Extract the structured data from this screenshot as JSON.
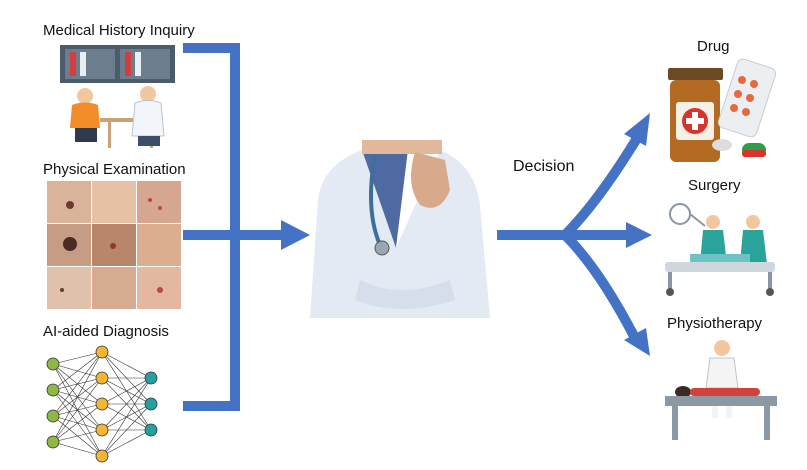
{
  "inputs": [
    {
      "label": "Medical History Inquiry",
      "icon": "doctor-patient-consultation-icon"
    },
    {
      "label": "Physical Examination",
      "icon": "skin-lesion-photo-grid"
    },
    {
      "label": "AI-aided Diagnosis",
      "icon": "neural-network-icon"
    }
  ],
  "center": {
    "icon": "thinking-doctor-image"
  },
  "decision_label": "Decision",
  "outputs": [
    {
      "label": "Drug",
      "icon": "medicine-bottle-pills-icon"
    },
    {
      "label": "Surgery",
      "icon": "surgery-team-icon"
    },
    {
      "label": "Physiotherapy",
      "icon": "massage-therapy-icon"
    }
  ],
  "colors": {
    "arrow": "#4472C4",
    "node_green": "#8DB843",
    "node_orange": "#F2B632",
    "node_teal": "#24A0A0"
  }
}
